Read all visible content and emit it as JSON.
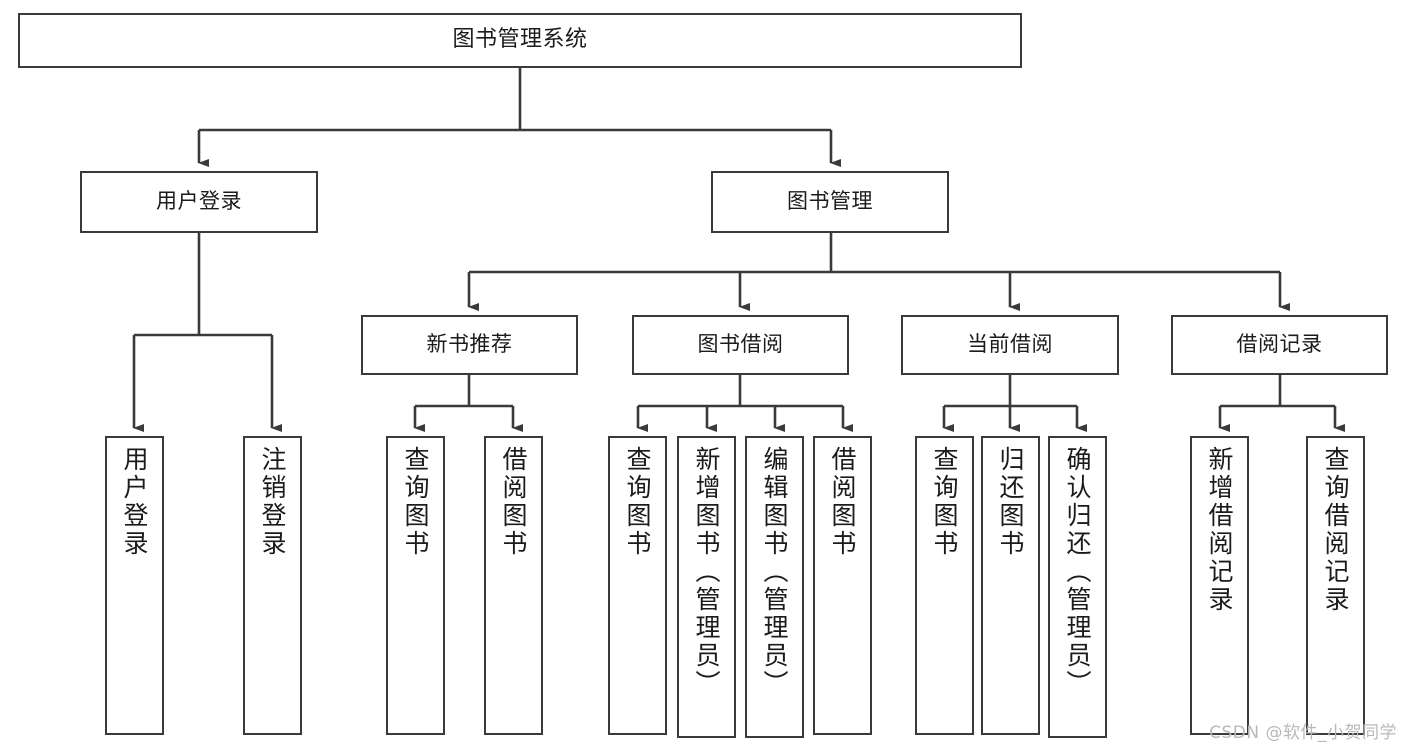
{
  "diagram": {
    "title": "图书管理系统",
    "watermark": "CSDN @软件_小贺同学",
    "stroke_color": "#3a3a3a",
    "text_color": "#1b1b1b",
    "background_color": "#ffffff",
    "watermark_color": "#b9b9b9"
  },
  "nodes": {
    "root": {
      "label": "图书管理系统"
    },
    "level2": [
      {
        "label": "用户登录"
      },
      {
        "label": "图书管理"
      }
    ],
    "level3": [
      {
        "label": "新书推荐"
      },
      {
        "label": "图书借阅"
      },
      {
        "label": "当前借阅"
      },
      {
        "label": "借阅记录"
      }
    ],
    "leaves": {
      "user_login": [
        {
          "label": "用户登录"
        },
        {
          "label": "注销登录"
        }
      ],
      "new_book": [
        {
          "label": "查询图书"
        },
        {
          "label": "借阅图书"
        }
      ],
      "book_borrow": [
        {
          "label": "查询图书"
        },
        {
          "label": "新增图书（管理员）"
        },
        {
          "label": "编辑图书（管理员）"
        },
        {
          "label": "借阅图书"
        }
      ],
      "current_borrow": [
        {
          "label": "查询图书"
        },
        {
          "label": "归还图书"
        },
        {
          "label": "确认归还（管理员）"
        }
      ],
      "borrow_record": [
        {
          "label": "新增借阅记录"
        },
        {
          "label": "查询借阅记录"
        }
      ]
    }
  }
}
